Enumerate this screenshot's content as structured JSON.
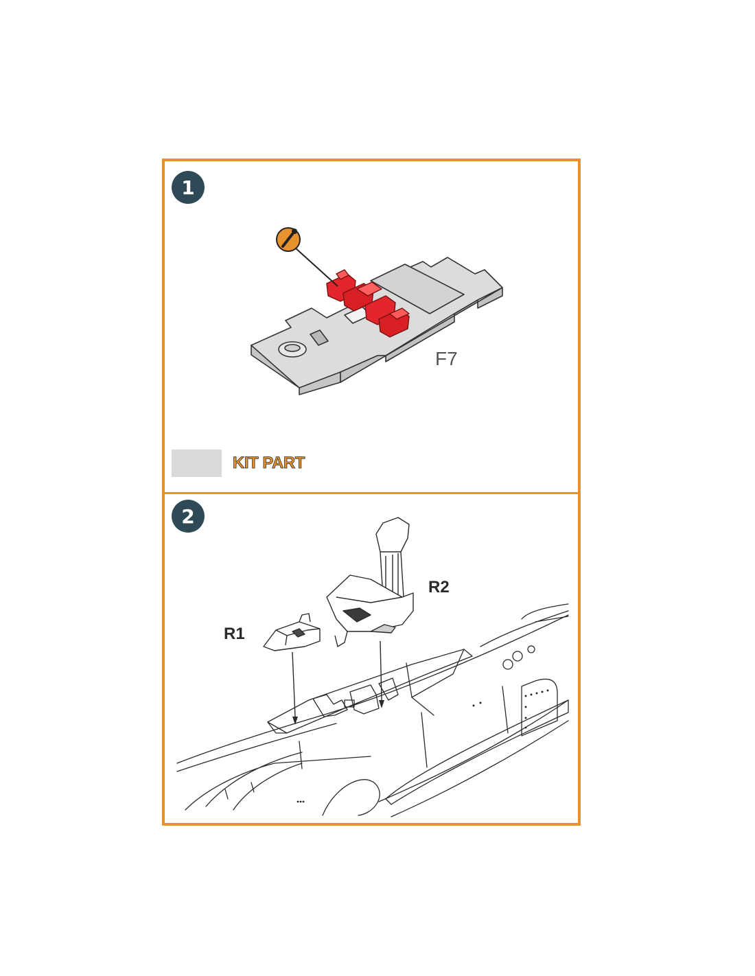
{
  "steps": [
    {
      "number": "1",
      "part_labels": {
        "f7": "F7"
      },
      "legend": {
        "label": "KIT PART",
        "swatch_color": "#d9d9d9"
      },
      "callout_icon": "paintbrush-icon"
    },
    {
      "number": "2",
      "part_labels": {
        "r1": "R1",
        "r2": "R2"
      }
    }
  ],
  "colors": {
    "frame": "#e8922f",
    "badge": "#2e4a56",
    "highlight": "#e3262b",
    "kit_part": "#d9d9d9"
  }
}
